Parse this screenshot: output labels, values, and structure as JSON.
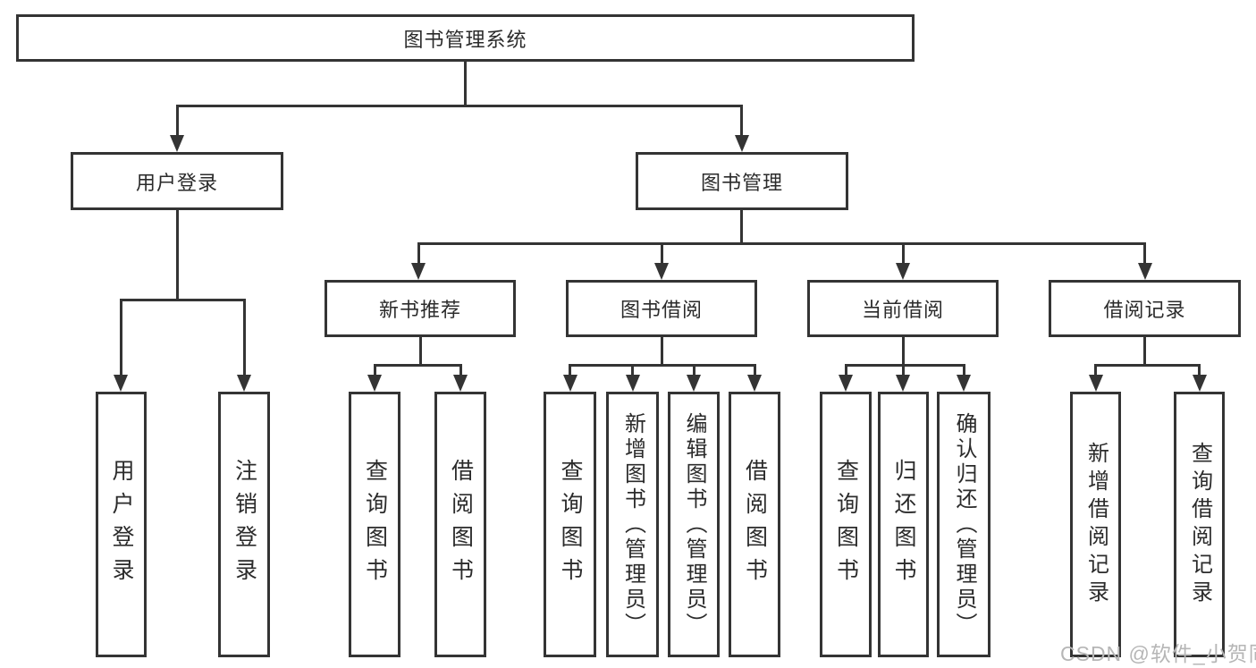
{
  "colors": {
    "line": "#343434",
    "text": "#2b2b2b",
    "background": "#ffffff",
    "watermark": "#b6b6b6"
  },
  "root": {
    "label": "图书管理系统"
  },
  "level2": [
    {
      "label": "用户登录"
    },
    {
      "label": "图书管理"
    }
  ],
  "level3": [
    {
      "label": "新书推荐"
    },
    {
      "label": "图书借阅"
    },
    {
      "label": "当前借阅"
    },
    {
      "label": "借阅记录"
    }
  ],
  "leaves": {
    "user_login": [
      {
        "label": "用户登录"
      },
      {
        "label": "注销登录"
      }
    ],
    "new_book": [
      {
        "label": "查询图书"
      },
      {
        "label": "借阅图书"
      }
    ],
    "book_borrow": [
      {
        "label": "查询图书"
      },
      {
        "label": "新增图书（管理员）"
      },
      {
        "label": "编辑图书（管理员）"
      },
      {
        "label": "借阅图书"
      }
    ],
    "current_borrow": [
      {
        "label": "查询图书"
      },
      {
        "label": "归还图书"
      },
      {
        "label": "确认归还（管理员）"
      }
    ],
    "borrow_record": [
      {
        "label": "新增借阅记录"
      },
      {
        "label": "查询借阅记录"
      }
    ]
  },
  "watermark": {
    "text": "CSDN @软件_小贺同学"
  }
}
